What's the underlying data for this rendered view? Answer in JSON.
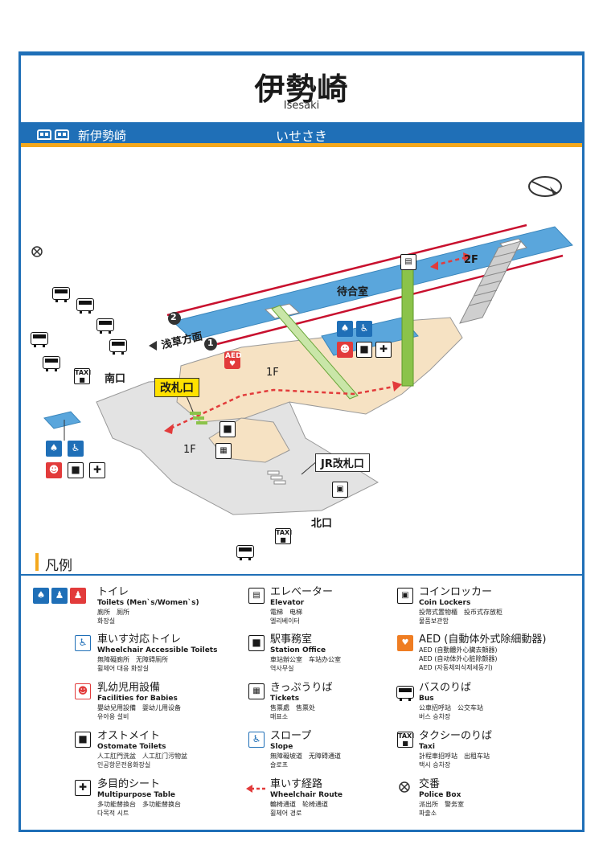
{
  "station": {
    "name_ja": "伊勢崎",
    "name_en": "Isesaki"
  },
  "line_band": {
    "previous_station": "新伊勢崎",
    "current_station_kana": "いせさき"
  },
  "map": {
    "labels": {
      "floor_2": "2F",
      "floor_1_upper": "1F",
      "floor_1_lower": "1F",
      "waiting_room": "待合室",
      "asakusa_direction": "浅草方面",
      "ticket_gate": "改札口",
      "jr_ticket_gate": "JR改札口",
      "south_exit": "南口",
      "north_exit": "北口",
      "platform_1": "1",
      "platform_2": "2",
      "aed": "AED",
      "taxi": "TAXI"
    },
    "colors": {
      "platform": "#5aa6dc",
      "concourse": "#f6e2c3",
      "ground": "#e3e3e3",
      "route": "#e23b3b",
      "slope": "#8bc34a",
      "accent": "#1f6fb7",
      "line": "#c8102e"
    }
  },
  "legend": {
    "title": "凡例",
    "items": [
      {
        "icon": "toilet-icon",
        "ja": "トイレ",
        "en": "Toilets (Men`s/Women`s)",
        "cn": "廁所　厕所",
        "ko": "화장실"
      },
      {
        "icon": "wheelchair-toilet-icon",
        "ja": "車いす対応トイレ",
        "en": "Wheelchair Accessible Toilets",
        "cn": "無障礙廁所　无障碍厕所",
        "ko": "휠체어 대응 화장실"
      },
      {
        "icon": "baby-icon",
        "ja": "乳幼児用設備",
        "en": "Facilities for Babies",
        "cn": "嬰幼兒用設備　婴幼儿用设备",
        "ko": "유아용 설비"
      },
      {
        "icon": "ostomate-icon",
        "ja": "オストメイト",
        "en": "Ostomate Toilets",
        "cn": "人工肛門洗盆　人工肛门污物盆",
        "ko": "인공항문전용화장실"
      },
      {
        "icon": "multipurpose-seat-icon",
        "ja": "多目的シート",
        "en": "Multipurpose Table",
        "cn": "多功能替換台　多功能替换台",
        "ko": "다목적 시트"
      },
      {
        "icon": "elevator-icon",
        "ja": "エレベーター",
        "en": "Elevator",
        "cn": "電梯　电梯",
        "ko": "엘리베이터"
      },
      {
        "icon": "station-office-icon",
        "ja": "駅事務室",
        "en": "Station Office",
        "cn": "車站辦公室　车站办公室",
        "ko": "역사무실"
      },
      {
        "icon": "ticket-icon",
        "ja": "きっぷうりば",
        "en": "Tickets",
        "cn": "售票處　售票处",
        "ko": "매표소"
      },
      {
        "icon": "slope-icon",
        "ja": "スロープ",
        "en": "Slope",
        "cn": "無障礙坡道　无障碍通道",
        "ko": "슬로프"
      },
      {
        "icon": "wheelchair-route-icon",
        "ja": "車いす経路",
        "en": "Wheelchair Route",
        "cn": "輪椅通道　轮椅通道",
        "ko": "휠체어 경로"
      },
      {
        "icon": "coin-locker-icon",
        "ja": "コインロッカー",
        "en": "Coin Lockers",
        "cn": "投幣式置物櫃　投币式存放柜",
        "ko": "물품보관함"
      },
      {
        "icon": "aed-icon",
        "ja": "AED (自動体外式除細動器)",
        "en": "AED (自動體外心臟去顫器)",
        "cn": "AED (自动体外心脏除颤器)",
        "ko": "AED (자동체외식제세동기)"
      },
      {
        "icon": "bus-icon",
        "ja": "バスのりば",
        "en": "Bus",
        "cn": "公車招呼站　公交车站",
        "ko": "버스 승차장"
      },
      {
        "icon": "taxi-icon",
        "ja": "タクシーのりば",
        "en": "Taxi",
        "cn": "計程車招呼站　出租车站",
        "ko": "택시 승차장"
      },
      {
        "icon": "police-box-icon",
        "ja": "交番",
        "en": "Police Box",
        "cn": "派出所　警务室",
        "ko": "파출소"
      }
    ]
  }
}
